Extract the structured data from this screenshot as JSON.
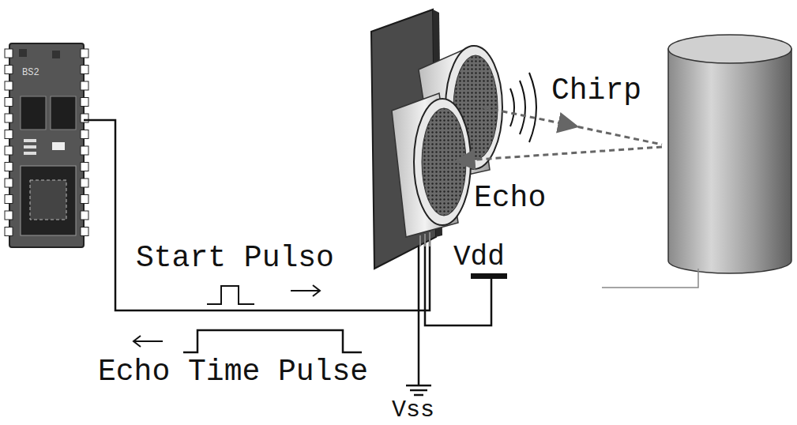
{
  "diagram": {
    "labels": [
      "BS2",
      "Chirp",
      "Echo",
      "Start Pulso",
      "Vdd",
      "Echo Time Pulse",
      "Vss"
    ]
  }
}
